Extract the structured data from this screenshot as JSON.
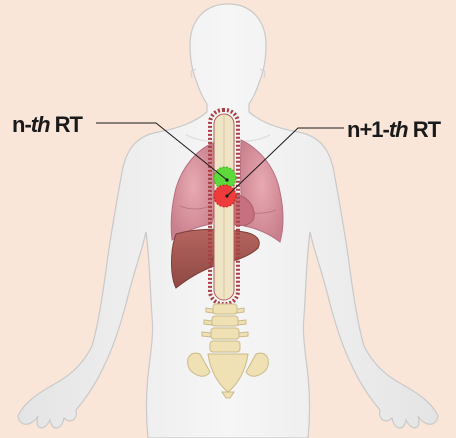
{
  "labels": {
    "left": {
      "prefix": "n-",
      "italic": "th",
      "suffix": " RT"
    },
    "right": {
      "prefix": "n+1-",
      "italic": "th",
      "suffix": " RT"
    }
  },
  "colors": {
    "background": "#f9e6d9",
    "body": "#efefef",
    "lungs": "#d99aa5",
    "liver": "#a85d58",
    "spinal_canal": "#a84044",
    "vertebrae": "#efe1b4",
    "target_n": "#5ed93b",
    "target_n_plus_1": "#ee3c3c"
  }
}
